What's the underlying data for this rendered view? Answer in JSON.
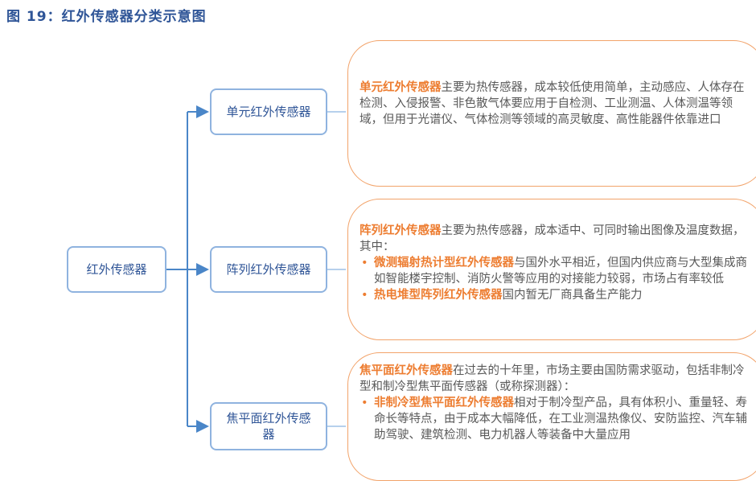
{
  "figure_title": "图 19：红外传感器分类示意图",
  "root": {
    "label": "红外传感器"
  },
  "branches": [
    {
      "label": "单元红外传感器",
      "description": {
        "lead_highlight": "单元红外传感器",
        "lead_text": "主要为热传感器，成本较低使用简单，主动感应、人体存在检测、入侵报警、非色散气体要应用于自检测、工业测温、人体测温等领域，但用于光谱仪、气体检测等领域的高灵敏度、高性能器件依靠进口",
        "bullets": []
      }
    },
    {
      "label": "阵列红外传感器",
      "description": {
        "lead_highlight": "阵列红外传感器",
        "lead_text": "主要为热传感器，成本适中、可同时输出图像及温度数据，其中：",
        "bullets": [
          {
            "highlight": "微测辐射热计型红外传感器",
            "text": "与国外水平相近，但国内供应商与大型集成商如智能楼宇控制、消防火警等应用的对接能力较弱，市场占有率较低"
          },
          {
            "highlight": "热电堆型阵列红外传感器",
            "text": "国内暂无厂商具备生产能力"
          }
        ]
      }
    },
    {
      "label": "焦平面红外传感器",
      "description": {
        "lead_highlight": "焦平面红外传感器",
        "lead_text": "在过去的十年里，市场主要由国防需求驱动，包括非制冷型和制冷型焦平面传感器（或称探测器）：",
        "bullets": [
          {
            "highlight": "非制冷型焦平面红外传感器",
            "text": "相对于制冷型产品，具有体积小、重量轻、寿命长等特点，由于成本大幅降低，在工业测温热像仪、安防监控、汽车辅助驾驶、建筑检测、电力机器人等装备中大量应用"
          }
        ]
      }
    }
  ]
}
